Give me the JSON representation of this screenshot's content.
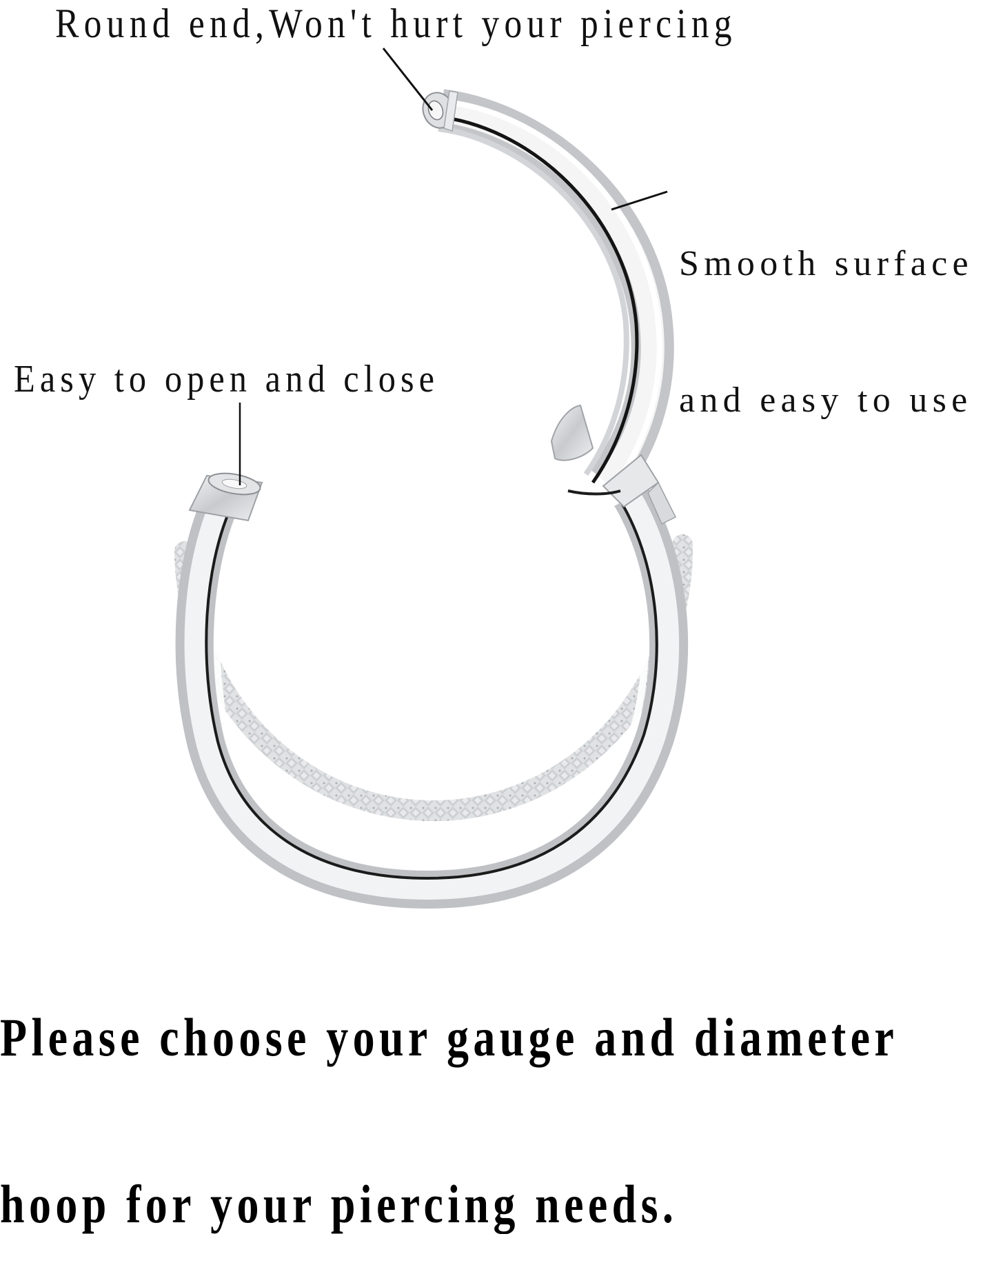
{
  "annotations": {
    "round_end": "Round end,Won't hurt your piercing",
    "smooth_surface": {
      "line1": "Smooth surface",
      "line2": "and easy to use"
    },
    "easy_open": "Easy to open and close"
  },
  "footer": {
    "line1": "Please choose your gauge and diameter",
    "line2": "hoop for your piercing needs."
  },
  "product": {
    "name": "hinged-segment-clicker-hoop-ring",
    "metal_color": "#c9cbce",
    "highlight_color": "#ffffff",
    "shadow_color": "#1a1a1a",
    "gem_color": "#e6e8ea"
  },
  "colors": {
    "background": "#ffffff",
    "text": "#111111",
    "leader_line": "#111111"
  }
}
